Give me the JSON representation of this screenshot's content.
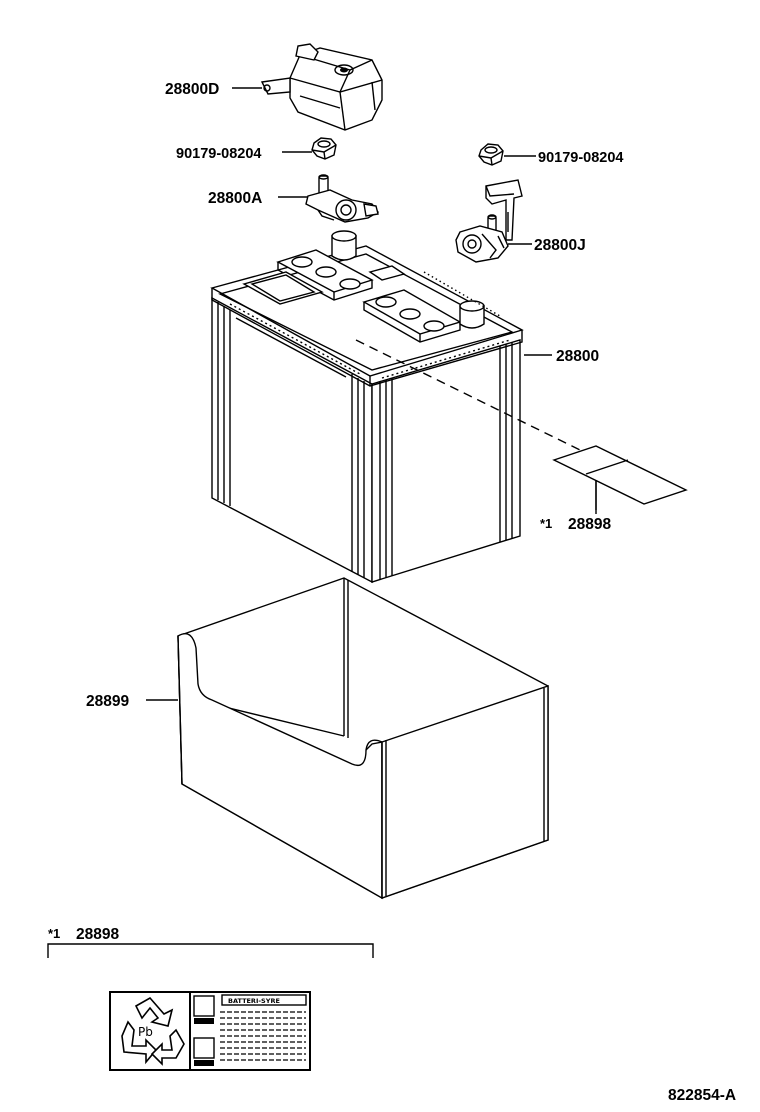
{
  "labels": {
    "cover": "28800D",
    "nut_left": "90179-08204",
    "nut_right": "90179-08204",
    "terminal_a": "28800A",
    "terminal_j": "28800J",
    "battery": "28800",
    "label_part": "28898",
    "label_mark": "*1",
    "tray": "28899",
    "detail_part": "28898",
    "detail_mark": "*1",
    "recycle_text": "Pb",
    "sticker_header": "BATTERI-SYRE",
    "drawing_number": "822854-A"
  },
  "icons": {
    "recycle": "recycle-icon"
  }
}
